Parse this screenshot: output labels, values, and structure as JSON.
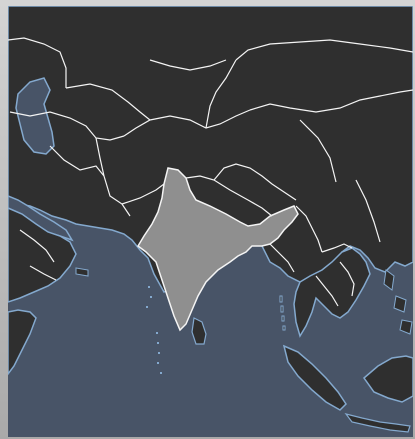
{
  "map": {
    "highlighted_region": "india",
    "colors": {
      "ocean": "#485467",
      "land": "#2f2f2f",
      "highlight": "#8f8f8f",
      "border": "#f4f4f4",
      "coast": "#84a9ce",
      "frame": "#b9b9b9"
    },
    "landmasses": [
      "central-asia-landmass",
      "arabian-peninsula",
      "africa-horn",
      "indochina-peninsula",
      "sumatra-island",
      "borneo-island"
    ],
    "islands": [
      "sri-lanka-island",
      "andaman-islands",
      "maldives-islands",
      "lakshadweep-islands"
    ]
  }
}
